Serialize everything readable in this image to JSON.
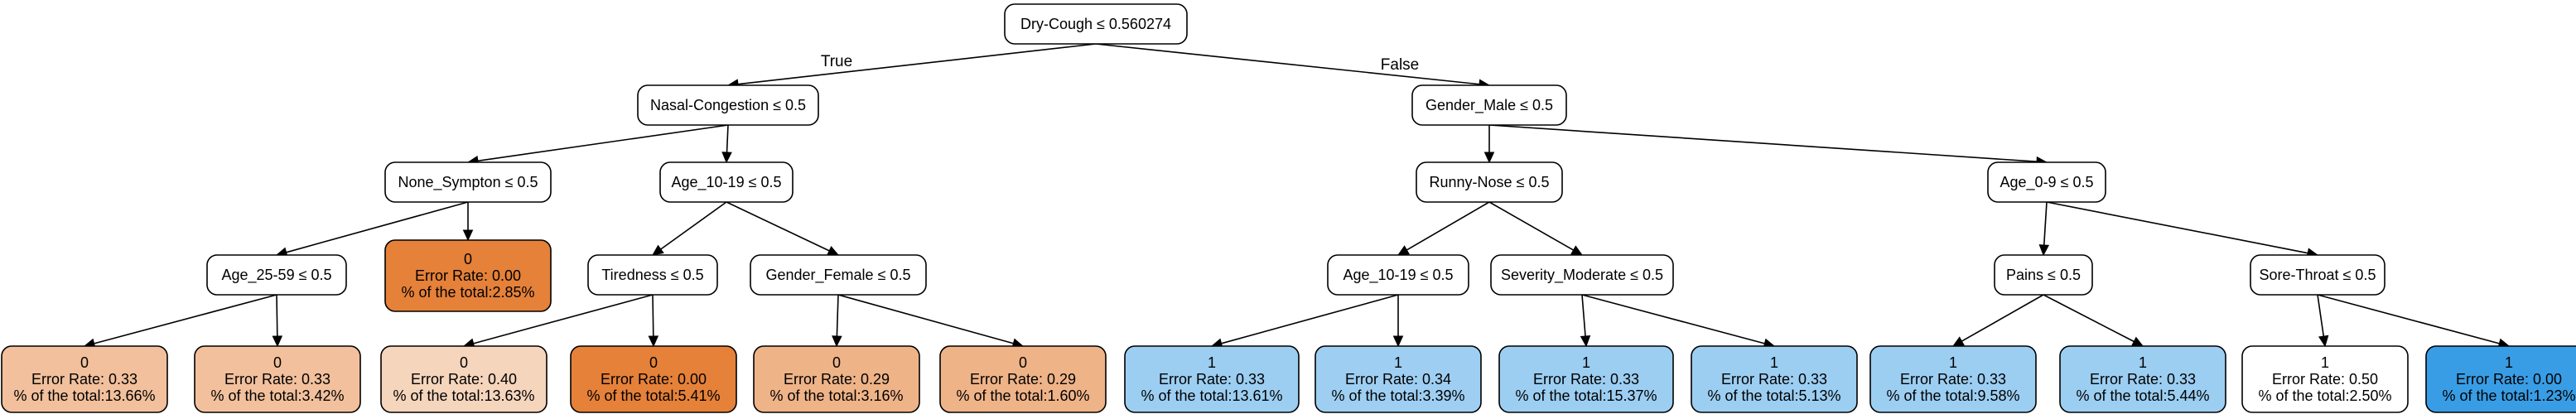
{
  "tree": {
    "nodes": [
      {
        "id": "n0",
        "lines": [
          "Dry-Cough ≤ 0.560274"
        ],
        "fill": "#ffffff"
      },
      {
        "id": "n1",
        "lines": [
          "Nasal-Congestion ≤ 0.5"
        ],
        "fill": "#ffffff"
      },
      {
        "id": "n2",
        "lines": [
          "Gender_Male ≤ 0.5"
        ],
        "fill": "#ffffff"
      },
      {
        "id": "n3",
        "lines": [
          "None_Sympton ≤ 0.5"
        ],
        "fill": "#ffffff"
      },
      {
        "id": "n4",
        "lines": [
          "Age_10-19 ≤ 0.5"
        ],
        "fill": "#ffffff"
      },
      {
        "id": "n5",
        "lines": [
          "Runny-Nose ≤ 0.5"
        ],
        "fill": "#ffffff"
      },
      {
        "id": "n6",
        "lines": [
          "Age_0-9 ≤ 0.5"
        ],
        "fill": "#ffffff"
      },
      {
        "id": "n7",
        "lines": [
          "Age_25-59 ≤ 0.5"
        ],
        "fill": "#ffffff"
      },
      {
        "id": "n8",
        "lines": [
          "0",
          "Error Rate: 0.00",
          "% of the total:2.85%"
        ],
        "fill": "#e58139"
      },
      {
        "id": "n9",
        "lines": [
          "Tiredness ≤ 0.5"
        ],
        "fill": "#ffffff"
      },
      {
        "id": "n10",
        "lines": [
          "Gender_Female ≤ 0.5"
        ],
        "fill": "#ffffff"
      },
      {
        "id": "n11",
        "lines": [
          "Age_10-19 ≤ 0.5"
        ],
        "fill": "#ffffff"
      },
      {
        "id": "n12",
        "lines": [
          "Severity_Moderate ≤ 0.5"
        ],
        "fill": "#ffffff"
      },
      {
        "id": "n13",
        "lines": [
          "Pains ≤ 0.5"
        ],
        "fill": "#ffffff"
      },
      {
        "id": "n14",
        "lines": [
          "Sore-Throat ≤ 0.5"
        ],
        "fill": "#ffffff"
      },
      {
        "id": "n15",
        "lines": [
          "0",
          "Error Rate: 0.33",
          "% of the total:13.66%"
        ],
        "fill": "#f2c09c"
      },
      {
        "id": "n16",
        "lines": [
          "0",
          "Error Rate: 0.33",
          "% of the total:3.42%"
        ],
        "fill": "#f2c09c"
      },
      {
        "id": "n17",
        "lines": [
          "0",
          "Error Rate: 0.40",
          "% of the total:13.63%"
        ],
        "fill": "#f6d5bd"
      },
      {
        "id": "n18",
        "lines": [
          "0",
          "Error Rate: 0.00",
          "% of the total:5.41%"
        ],
        "fill": "#e58139"
      },
      {
        "id": "n19",
        "lines": [
          "0",
          "Error Rate: 0.29",
          "% of the total:3.16%"
        ],
        "fill": "#efb388"
      },
      {
        "id": "n20",
        "lines": [
          "0",
          "Error Rate: 0.29",
          "% of the total:1.60%"
        ],
        "fill": "#efb388"
      },
      {
        "id": "n21",
        "lines": [
          "1",
          "Error Rate: 0.33",
          "% of the total:13.61%"
        ],
        "fill": "#9ccef2"
      },
      {
        "id": "n22",
        "lines": [
          "1",
          "Error Rate: 0.34",
          "% of the total:3.39%"
        ],
        "fill": "#9ecff2"
      },
      {
        "id": "n23",
        "lines": [
          "1",
          "Error Rate: 0.33",
          "% of the total:15.37%"
        ],
        "fill": "#9ccef2"
      },
      {
        "id": "n24",
        "lines": [
          "1",
          "Error Rate: 0.33",
          "% of the total:5.13%"
        ],
        "fill": "#9ccef2"
      },
      {
        "id": "n25",
        "lines": [
          "1",
          "Error Rate: 0.33",
          "% of the total:9.58%"
        ],
        "fill": "#9ccef2"
      },
      {
        "id": "n26",
        "lines": [
          "1",
          "Error Rate: 0.33",
          "% of the total:5.44%"
        ],
        "fill": "#9ccef2"
      },
      {
        "id": "n27",
        "lines": [
          "1",
          "Error Rate: 0.50",
          "% of the total:2.50%"
        ],
        "fill": "#ffffff"
      },
      {
        "id": "n28",
        "lines": [
          "1",
          "Error Rate: 0.00",
          "% of the total:1.23%"
        ],
        "fill": "#399de5"
      }
    ],
    "edges": [
      {
        "from": "n0",
        "to": "n1",
        "label": "True"
      },
      {
        "from": "n0",
        "to": "n2",
        "label": "False"
      },
      {
        "from": "n1",
        "to": "n3",
        "label": ""
      },
      {
        "from": "n1",
        "to": "n4",
        "label": ""
      },
      {
        "from": "n2",
        "to": "n5",
        "label": ""
      },
      {
        "from": "n2",
        "to": "n6",
        "label": ""
      },
      {
        "from": "n3",
        "to": "n7",
        "label": ""
      },
      {
        "from": "n3",
        "to": "n8",
        "label": ""
      },
      {
        "from": "n4",
        "to": "n9",
        "label": ""
      },
      {
        "from": "n4",
        "to": "n10",
        "label": ""
      },
      {
        "from": "n5",
        "to": "n11",
        "label": ""
      },
      {
        "from": "n5",
        "to": "n12",
        "label": ""
      },
      {
        "from": "n6",
        "to": "n13",
        "label": ""
      },
      {
        "from": "n6",
        "to": "n14",
        "label": ""
      },
      {
        "from": "n7",
        "to": "n15",
        "label": ""
      },
      {
        "from": "n7",
        "to": "n16",
        "label": ""
      },
      {
        "from": "n9",
        "to": "n17",
        "label": ""
      },
      {
        "from": "n9",
        "to": "n18",
        "label": ""
      },
      {
        "from": "n10",
        "to": "n19",
        "label": ""
      },
      {
        "from": "n10",
        "to": "n20",
        "label": ""
      },
      {
        "from": "n11",
        "to": "n21",
        "label": ""
      },
      {
        "from": "n11",
        "to": "n22",
        "label": ""
      },
      {
        "from": "n12",
        "to": "n23",
        "label": ""
      },
      {
        "from": "n12",
        "to": "n24",
        "label": ""
      },
      {
        "from": "n13",
        "to": "n25",
        "label": ""
      },
      {
        "from": "n13",
        "to": "n26",
        "label": ""
      },
      {
        "from": "n14",
        "to": "n27",
        "label": ""
      },
      {
        "from": "n14",
        "to": "n28",
        "label": ""
      }
    ]
  }
}
